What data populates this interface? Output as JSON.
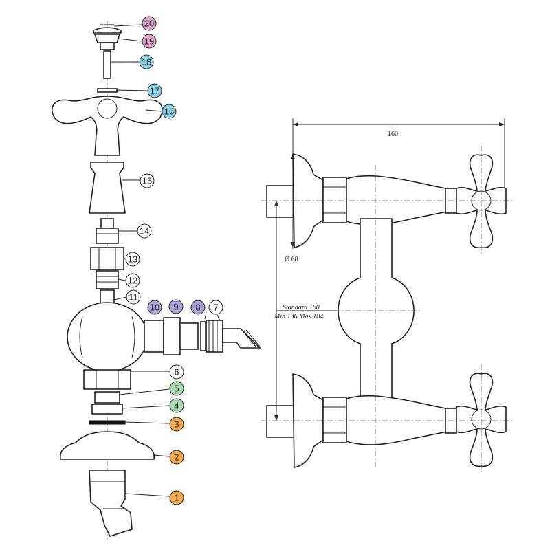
{
  "colors": {
    "pink": "#e2a6cf",
    "cyan": "#8fd4e6",
    "violet": "#a9a3dc",
    "green": "#a9dcb2",
    "orange": "#f5a94a",
    "plain": "#ffffff"
  },
  "parts": [
    {
      "num": "20",
      "color": "pink"
    },
    {
      "num": "19",
      "color": "pink"
    },
    {
      "num": "18",
      "color": "cyan"
    },
    {
      "num": "17",
      "color": "cyan"
    },
    {
      "num": "16",
      "color": "cyan"
    },
    {
      "num": "15",
      "color": "plain"
    },
    {
      "num": "14",
      "color": "plain"
    },
    {
      "num": "13",
      "color": "plain"
    },
    {
      "num": "12",
      "color": "plain"
    },
    {
      "num": "11",
      "color": "plain"
    },
    {
      "num": "10",
      "color": "violet"
    },
    {
      "num": "9",
      "color": "violet"
    },
    {
      "num": "8",
      "color": "violet"
    },
    {
      "num": "7",
      "color": "plain"
    },
    {
      "num": "6",
      "color": "plain"
    },
    {
      "num": "5",
      "color": "green"
    },
    {
      "num": "4",
      "color": "green"
    },
    {
      "num": "3",
      "color": "orange"
    },
    {
      "num": "2",
      "color": "orange"
    },
    {
      "num": "1",
      "color": "orange"
    }
  ],
  "dimensions": {
    "width": "160",
    "diameter": "Ø 68",
    "standard": "Standard 160",
    "range": "Min 136 Max 184"
  }
}
